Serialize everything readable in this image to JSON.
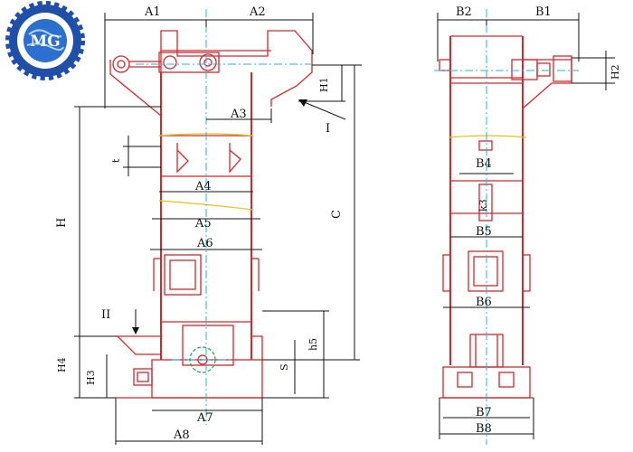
{
  "logo": {
    "text": "MG"
  },
  "front_view": {
    "dimensions": [
      "A1",
      "A2",
      "A3",
      "A4",
      "A5",
      "A6",
      "A7",
      "A8",
      "H",
      "H1",
      "H3",
      "H4",
      "h5",
      "t",
      "S",
      "C"
    ],
    "sections": [
      "I",
      "II"
    ]
  },
  "side_view": {
    "dimensions": [
      "B2",
      "B1",
      "H2",
      "B4",
      "k3",
      "B5",
      "B6",
      "B7",
      "B8"
    ]
  },
  "colors": {
    "outline": "#d9262c",
    "centerline": "#22b8d8",
    "dimension": "#111111",
    "pulley_dash": "#1aa84a",
    "bucket_line": "#e6c21a",
    "logo_blue": "#1f4fa8"
  }
}
